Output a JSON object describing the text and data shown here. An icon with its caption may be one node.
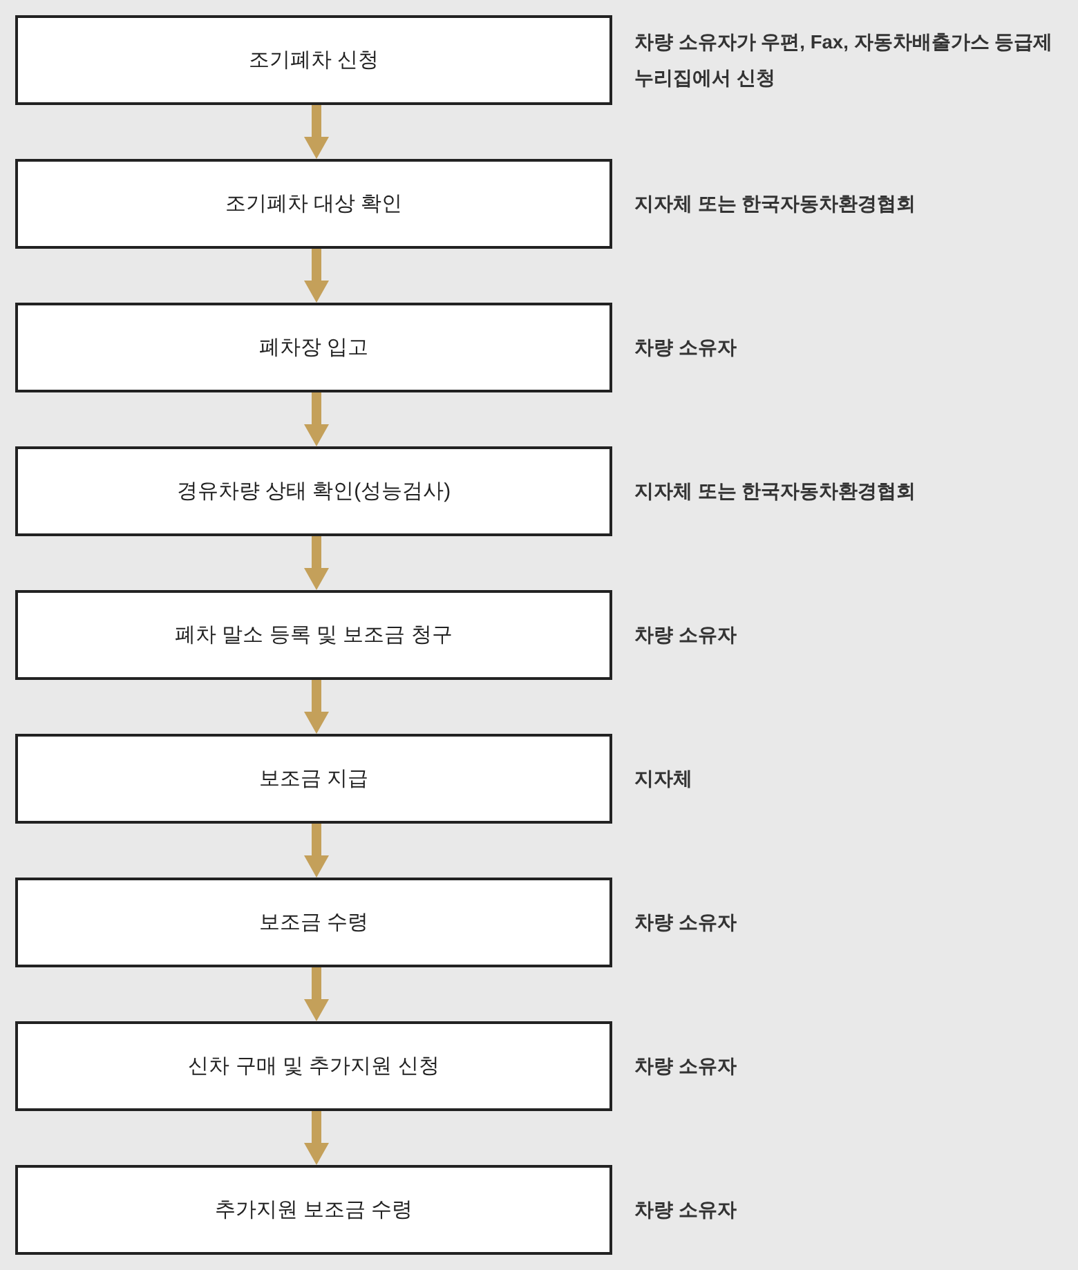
{
  "diagram": {
    "nodes": [
      {
        "text": [
          "조기폐차 신청"
        ],
        "beside": [
          "차량 소유자가 우편, Fax, 자동차배출가스 등급제 누리집에서 신청"
        ]
      },
      {
        "text": [
          "조기폐차 대상 확인"
        ],
        "beside": [
          "지자체 또는 한국자동차환경협회"
        ]
      },
      {
        "text": [
          "폐차장 입고"
        ],
        "beside": [
          "차량 소유자"
        ]
      },
      {
        "text": [
          "경유차량 상태 확인(성능검사)"
        ],
        "beside": [
          "지자체 또는 한국자동차환경협회"
        ]
      },
      {
        "text": [
          "폐차 말소 등록 및 보조금 청구"
        ],
        "beside": [
          "차량 소유자"
        ]
      },
      {
        "text": [
          "보조금 지급"
        ],
        "beside": [
          "지자체"
        ]
      },
      {
        "text": [
          "보조금 수령"
        ],
        "beside": [
          "차량 소유자"
        ]
      },
      {
        "text": [
          "신차 구매 및 추가지원 신청"
        ],
        "beside": [
          "차량 소유자"
        ]
      },
      {
        "text": [
          "추가지원 보조금 수령"
        ],
        "beside": [
          "차량 소유자"
        ]
      }
    ],
    "edges": [
      {
        "from": 0,
        "to": 1,
        "arrow": "to"
      },
      {
        "from": 1,
        "to": 2,
        "arrow": "to"
      },
      {
        "from": 2,
        "to": 3,
        "arrow": "to"
      },
      {
        "from": 3,
        "to": 4,
        "arrow": "to"
      },
      {
        "from": 4,
        "to": 5,
        "arrow": "to"
      },
      {
        "from": 5,
        "to": 6,
        "arrow": "to"
      },
      {
        "from": 6,
        "to": 7,
        "arrow": "to"
      },
      {
        "from": 7,
        "to": 8,
        "arrow": "to"
      }
    ]
  }
}
